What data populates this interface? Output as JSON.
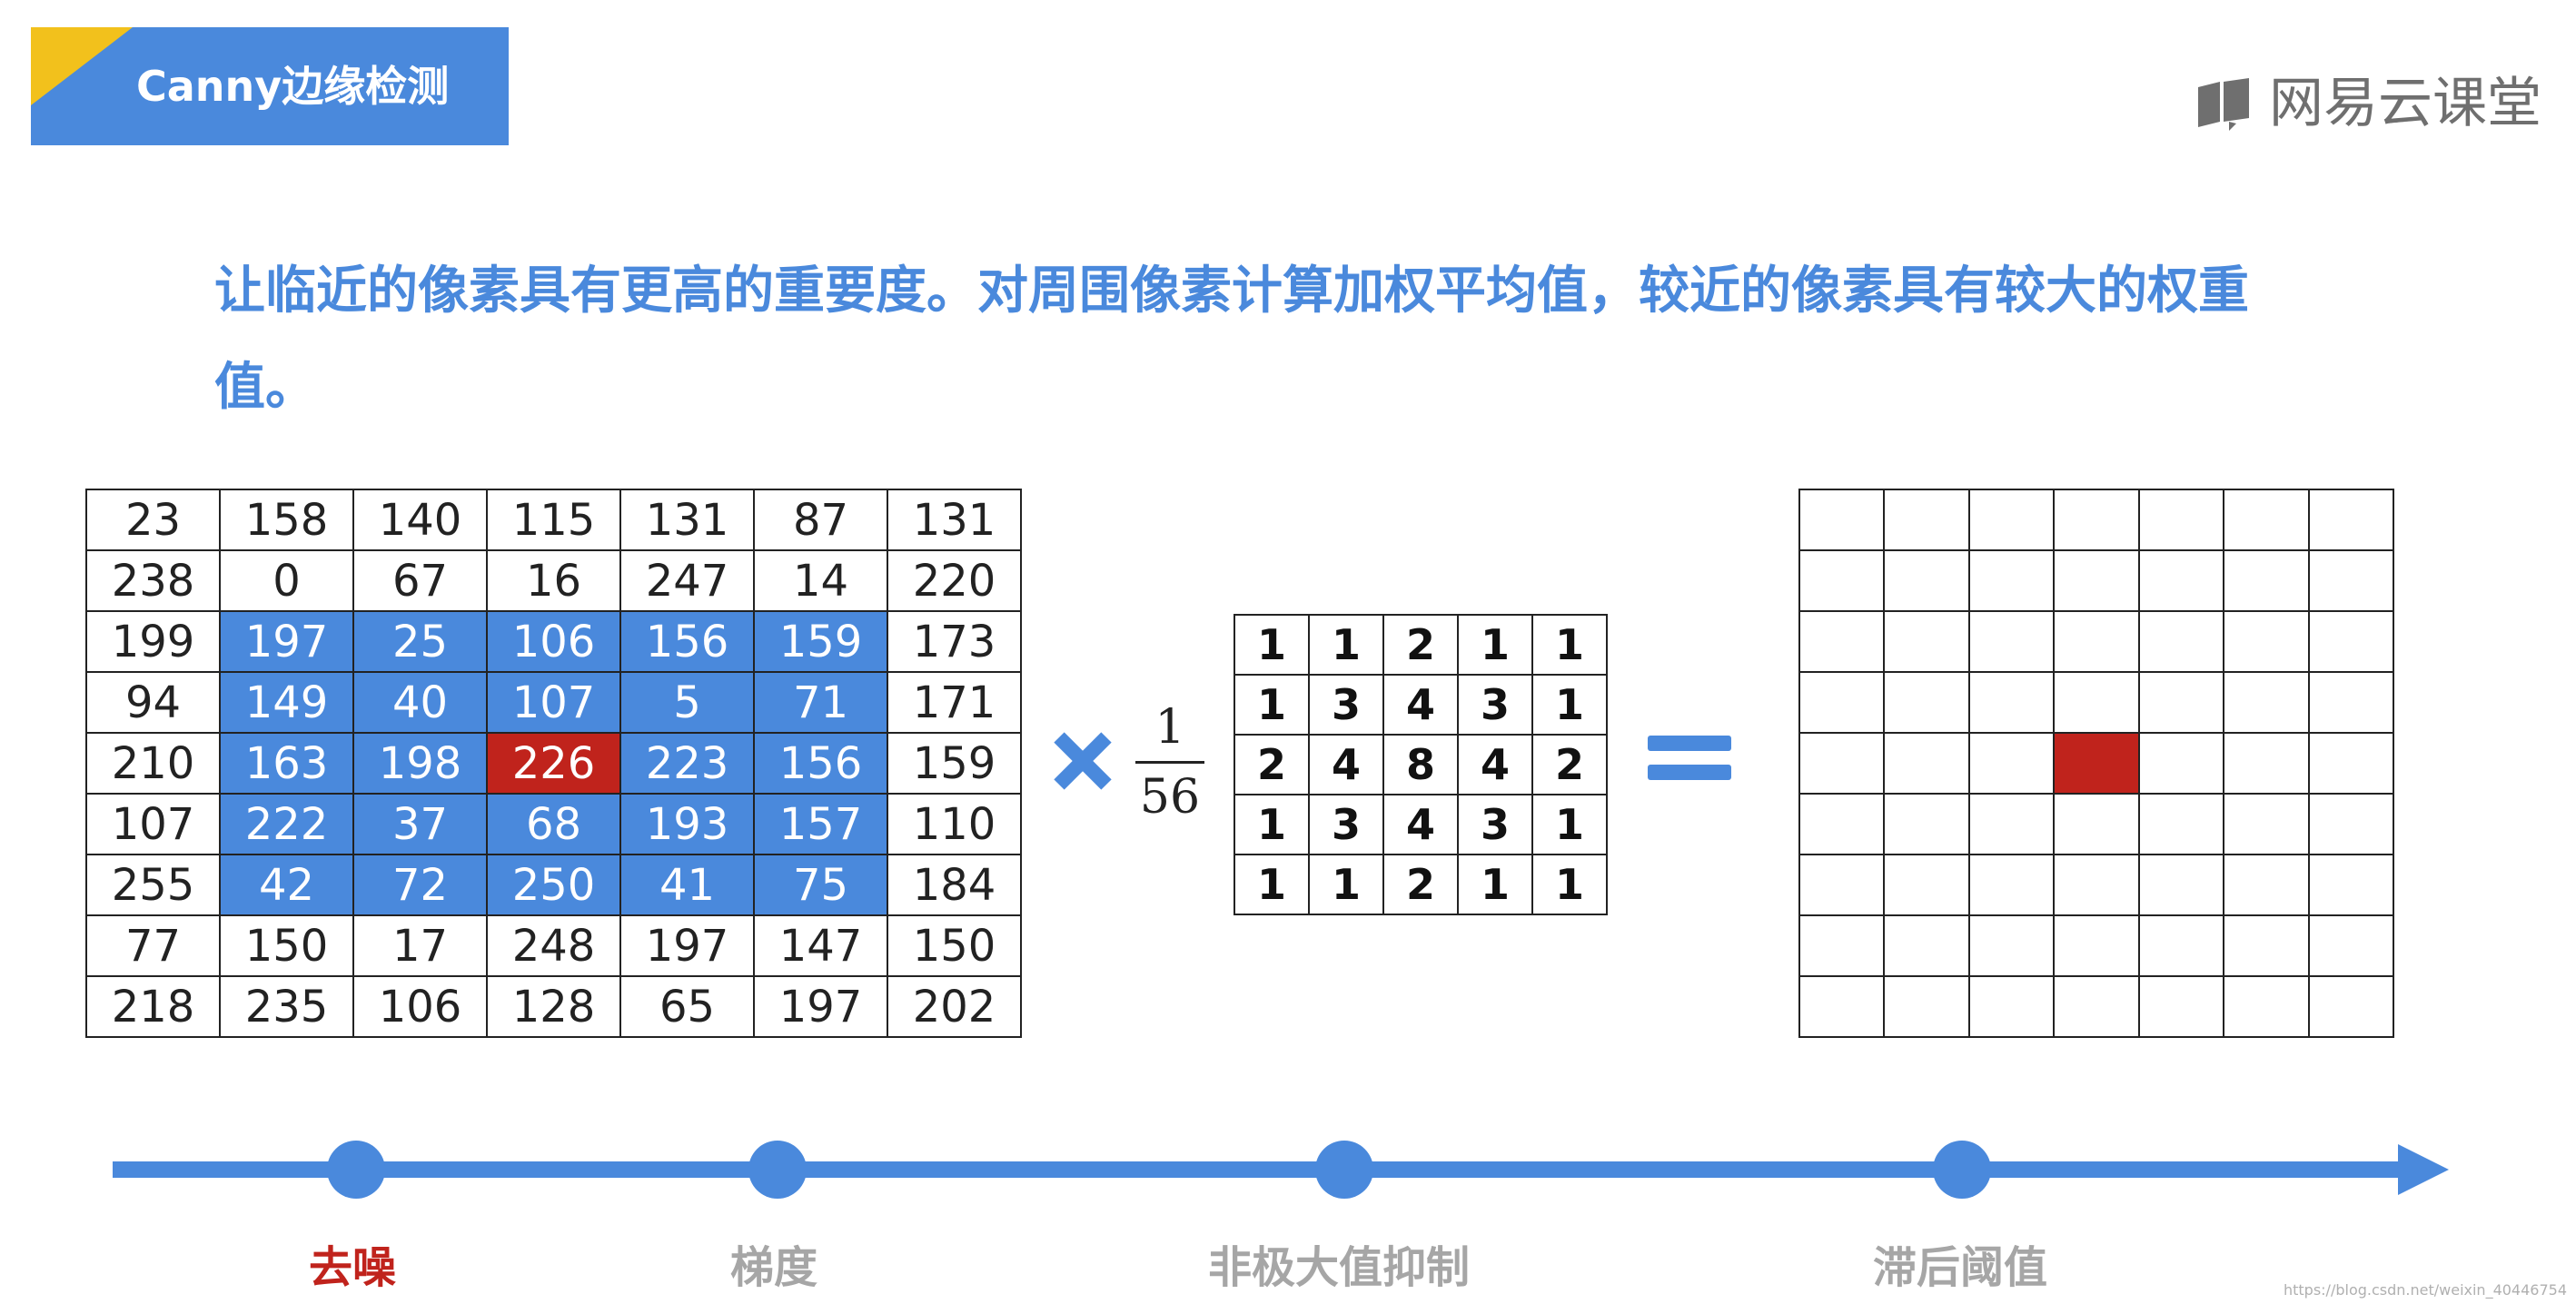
{
  "header": {
    "title": "Canny边缘检测",
    "brand": "网易云课堂"
  },
  "description": "让临近的像素具有更高的重要度。对周围像素计算加权平均值，较近的像素具有较大的权重值。",
  "input_matrix": [
    [
      "23",
      "158",
      "140",
      "115",
      "131",
      "87",
      "131"
    ],
    [
      "238",
      "0",
      "67",
      "16",
      "247",
      "14",
      "220"
    ],
    [
      "199",
      "197",
      "25",
      "106",
      "156",
      "159",
      "173"
    ],
    [
      "94",
      "149",
      "40",
      "107",
      "5",
      "71",
      "171"
    ],
    [
      "210",
      "163",
      "198",
      "226",
      "223",
      "156",
      "159"
    ],
    [
      "107",
      "222",
      "37",
      "68",
      "193",
      "157",
      "110"
    ],
    [
      "255",
      "42",
      "72",
      "250",
      "41",
      "75",
      "184"
    ],
    [
      "77",
      "150",
      "17",
      "248",
      "197",
      "147",
      "150"
    ],
    [
      "218",
      "235",
      "106",
      "128",
      "65",
      "197",
      "202"
    ]
  ],
  "fraction": {
    "numerator": "1",
    "denominator": "56"
  },
  "kernel": [
    [
      "1",
      "1",
      "2",
      "1",
      "1"
    ],
    [
      "1",
      "3",
      "4",
      "3",
      "1"
    ],
    [
      "2",
      "4",
      "8",
      "4",
      "2"
    ],
    [
      "1",
      "3",
      "4",
      "3",
      "1"
    ],
    [
      "1",
      "1",
      "2",
      "1",
      "1"
    ]
  ],
  "timeline": {
    "steps": [
      {
        "label": "去噪",
        "color": "#c0231c",
        "active": true
      },
      {
        "label": "梯度",
        "color": "#a6a6a6",
        "active": false
      },
      {
        "label": "非极大值抑制",
        "color": "#a6a6a6",
        "active": false
      },
      {
        "label": "滞后阈值",
        "color": "#a6a6a6",
        "active": false
      }
    ]
  },
  "colors": {
    "accent_blue": "#4a89dc",
    "highlight_red": "#c0231c",
    "title_corner_yellow": "#f2c11c"
  },
  "watermark": "https://blog.csdn.net/weixin_40446754"
}
